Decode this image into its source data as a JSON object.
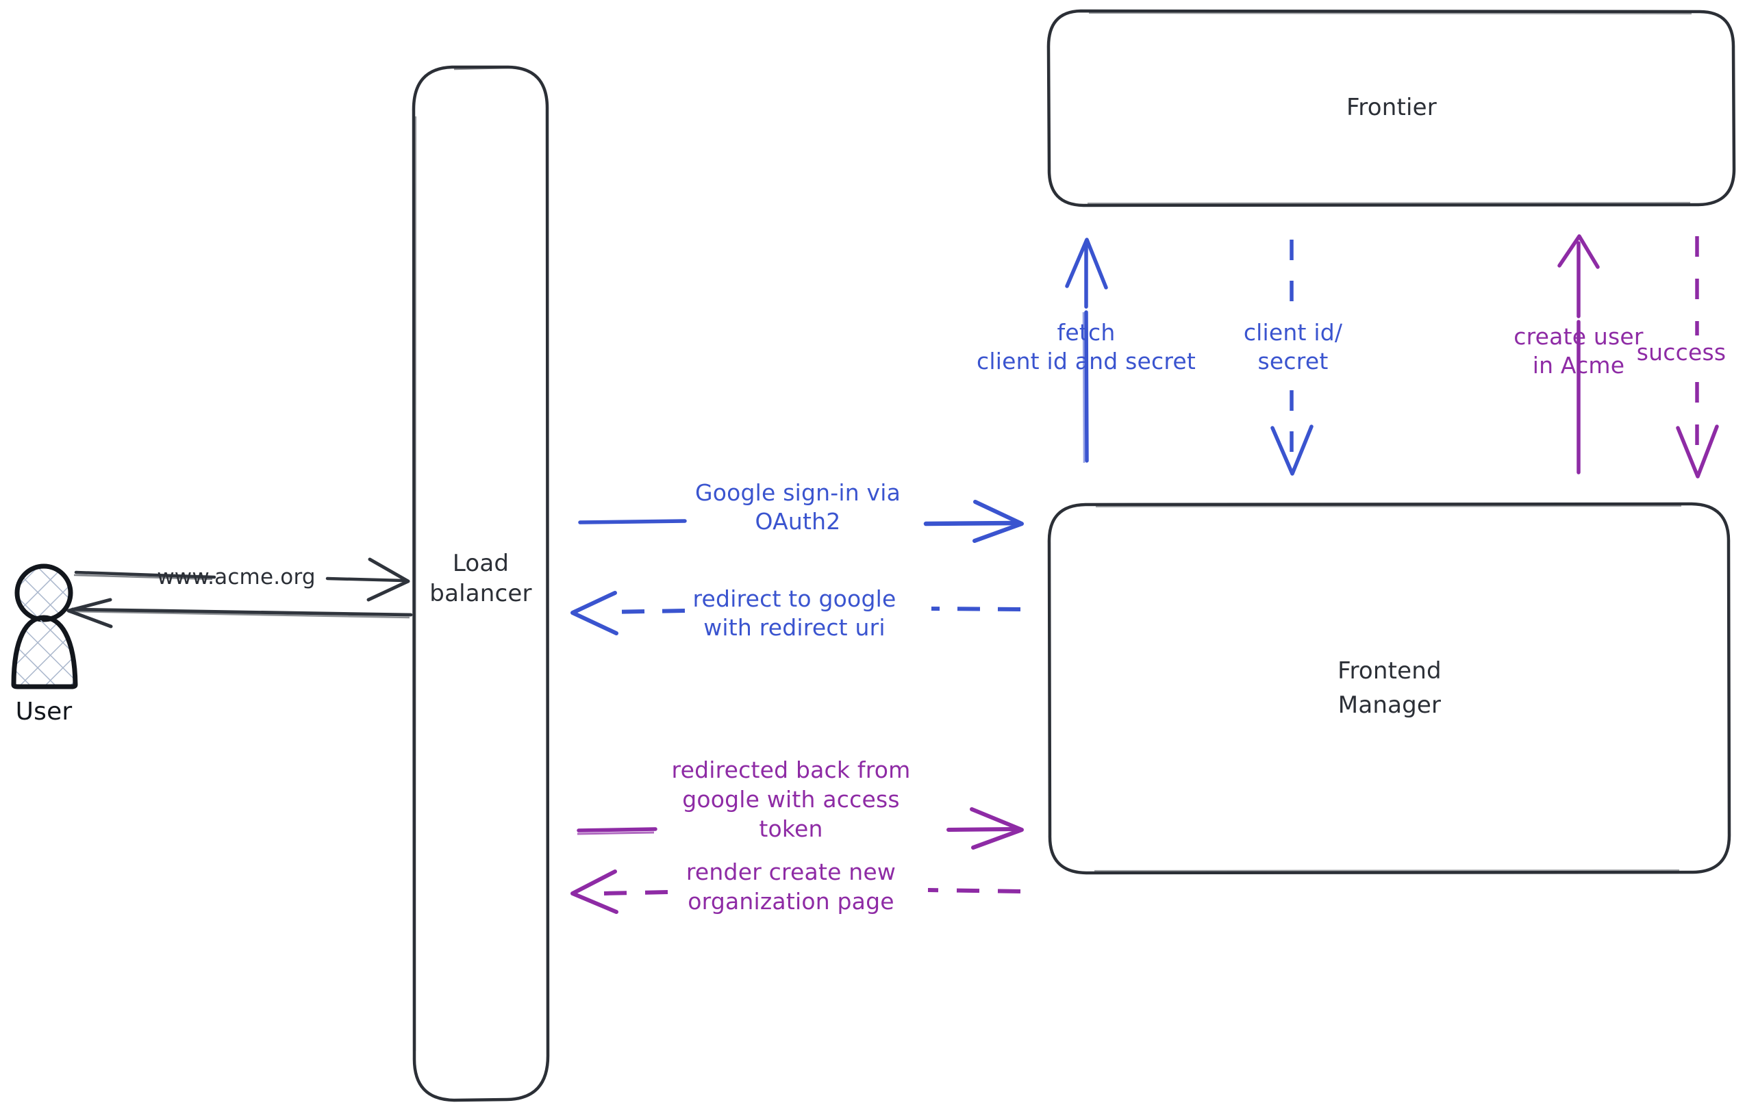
{
  "diagram": {
    "title": "OAuth2 sign-in sequence",
    "background_color": "#ffffff",
    "colors": {
      "node_stroke": "#2b2f36",
      "node_label": "#2b2f36",
      "actor_stroke": "#12161c",
      "actor_fill_hatch": "#aab7cc",
      "edge_dark": "#2f343c",
      "edge_blue": "#3a54cf",
      "edge_purple": "#8e2ba5"
    }
  },
  "actors": {
    "user": {
      "label": "User",
      "icon": "person-actor-icon"
    }
  },
  "nodes": {
    "load_balancer": {
      "label_line1": "Load",
      "label_line2": "balancer"
    },
    "frontier": {
      "label": "Frontier"
    },
    "frontend_manager": {
      "label_line1": "Frontend",
      "label_line2": "Manager"
    }
  },
  "edges": {
    "user_to_lb": {
      "label": "www.acme.org",
      "style": "solid",
      "direction": "right",
      "color": "#2f343c"
    },
    "lb_to_user": {
      "label": "",
      "style": "solid",
      "direction": "left",
      "color": "#2f343c"
    },
    "google_signin": {
      "label_line1": "Google sign-in via",
      "label_line2": "OAuth2",
      "style": "solid",
      "direction": "right",
      "color": "#3a54cf"
    },
    "redirect_to_google": {
      "label_line1": "redirect to google",
      "label_line2": "with redirect uri",
      "style": "dashed",
      "direction": "left",
      "color": "#3a54cf"
    },
    "redirected_back": {
      "label_line1": "redirected back from",
      "label_line2": "google with access",
      "label_line3": "token",
      "style": "solid",
      "direction": "right",
      "color": "#8e2ba5"
    },
    "render_create_org": {
      "label_line1": "render create new",
      "label_line2": "organization page",
      "style": "dashed",
      "direction": "left",
      "color": "#8e2ba5"
    },
    "fetch_client_id": {
      "label_line1": "fetch",
      "label_line2": "client id and secret",
      "style": "solid",
      "direction": "up",
      "color": "#3a54cf"
    },
    "client_id_secret": {
      "label_line1": "client id/",
      "label_line2": "secret",
      "style": "dashed",
      "direction": "down",
      "color": "#3a54cf"
    },
    "create_user": {
      "label_line1": "create user",
      "label_line2": "in Acme",
      "style": "solid",
      "direction": "up",
      "color": "#8e2ba5"
    },
    "success": {
      "label_line1": "success",
      "style": "dashed",
      "direction": "down",
      "color": "#8e2ba5"
    }
  }
}
